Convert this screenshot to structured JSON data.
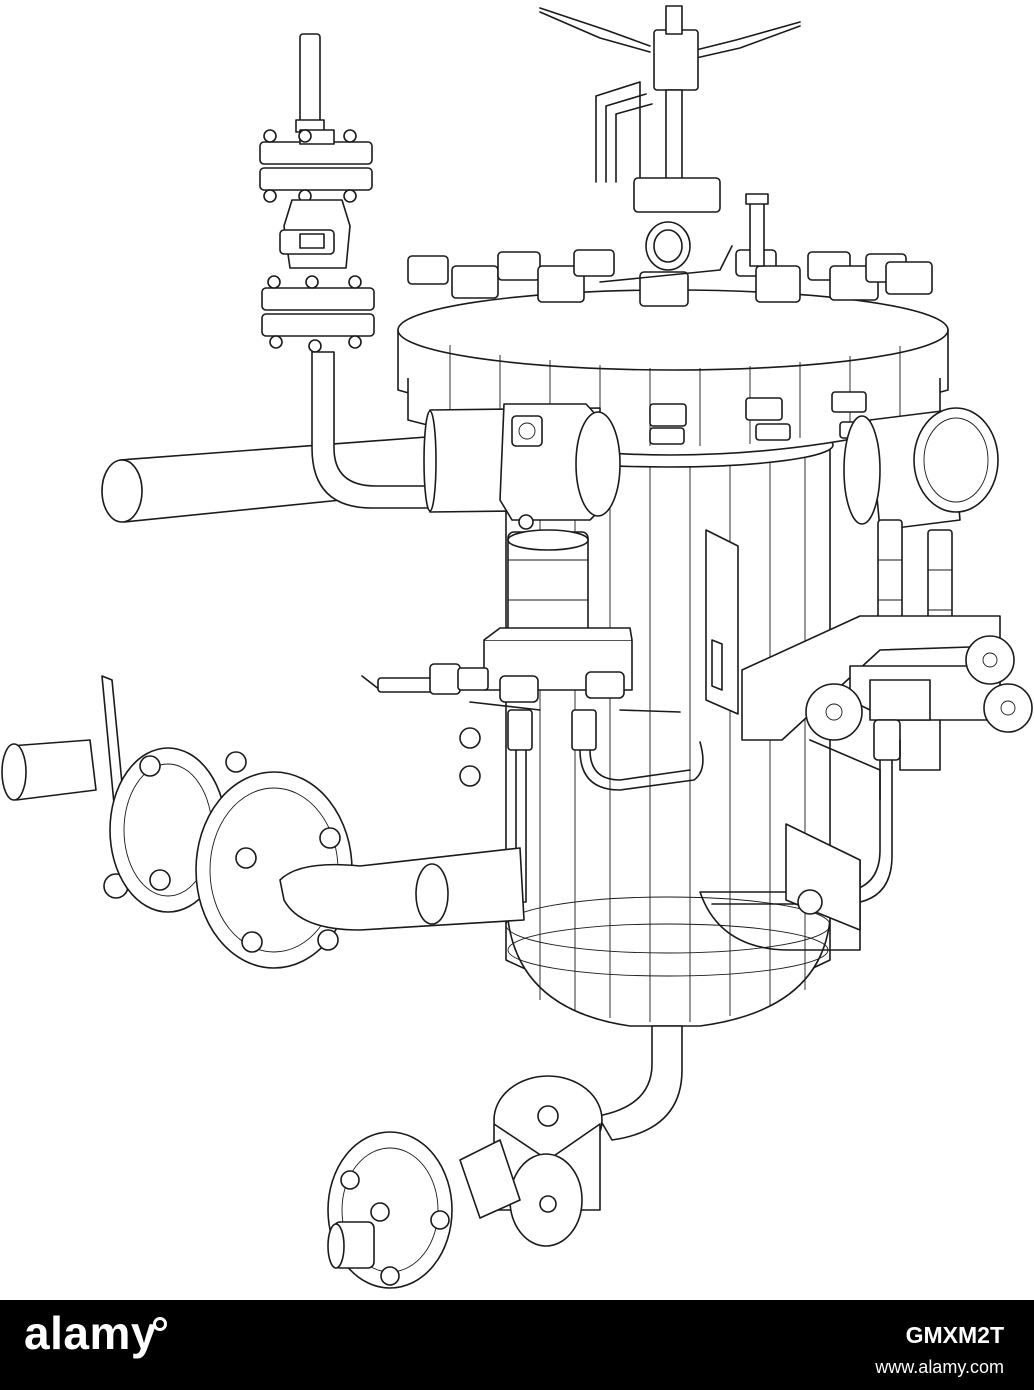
{
  "drawing": {
    "subject": "technical-wireframe",
    "line_color": "#1a1a1a",
    "background": "#ffffff"
  },
  "footer": {
    "brand": "alamy",
    "image_id": "GMXM2T",
    "url": "www.alamy.com",
    "background": "#000000",
    "text_color": "#ffffff"
  }
}
